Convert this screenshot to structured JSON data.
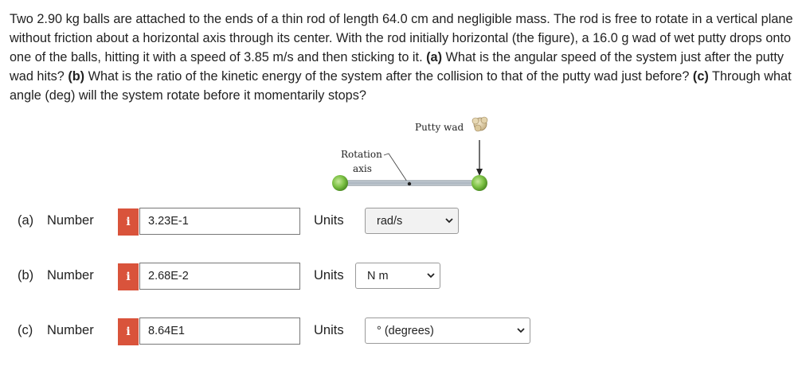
{
  "question": {
    "intro": "Two 2.90 kg balls are attached to the ends of a thin rod of length 64.0 cm and negligible mass. The rod is free to rotate in a vertical plane without friction about a horizontal axis through its center. With the rod initially horizontal (the figure), a 16.0 g wad of wet putty drops onto one of the balls, hitting it with a speed of 3.85 m/s and then sticking to it. ",
    "a_tag": "(a)",
    "a_text": " What is the angular speed of the system just after the putty wad hits? ",
    "b_tag": "(b)",
    "b_text": " What is the ratio of the kinetic energy of the system after the collision to that of the putty wad just before? ",
    "c_tag": "(c)",
    "c_text": " Through what angle (deg) will the system rotate before it momentarily stops?"
  },
  "figure": {
    "putty_label": "Putty wad",
    "axis_label_line1": "Rotation",
    "axis_label_line2": "axis"
  },
  "answers": [
    {
      "part": "(a)",
      "number_label": "Number",
      "info": "i",
      "value": "3.23E-1",
      "units_label": "Units",
      "unit": "rad/s"
    },
    {
      "part": "(b)",
      "number_label": "Number",
      "info": "i",
      "value": "2.68E-2",
      "units_label": "Units",
      "unit": "N m"
    },
    {
      "part": "(c)",
      "number_label": "Number",
      "info": "i",
      "value": "8.64E1",
      "units_label": "Units",
      "unit": "° (degrees)"
    }
  ],
  "colors": {
    "info_button": "#d9533b",
    "ball_green": "#7cc144",
    "rod": "#9aa7b2"
  }
}
